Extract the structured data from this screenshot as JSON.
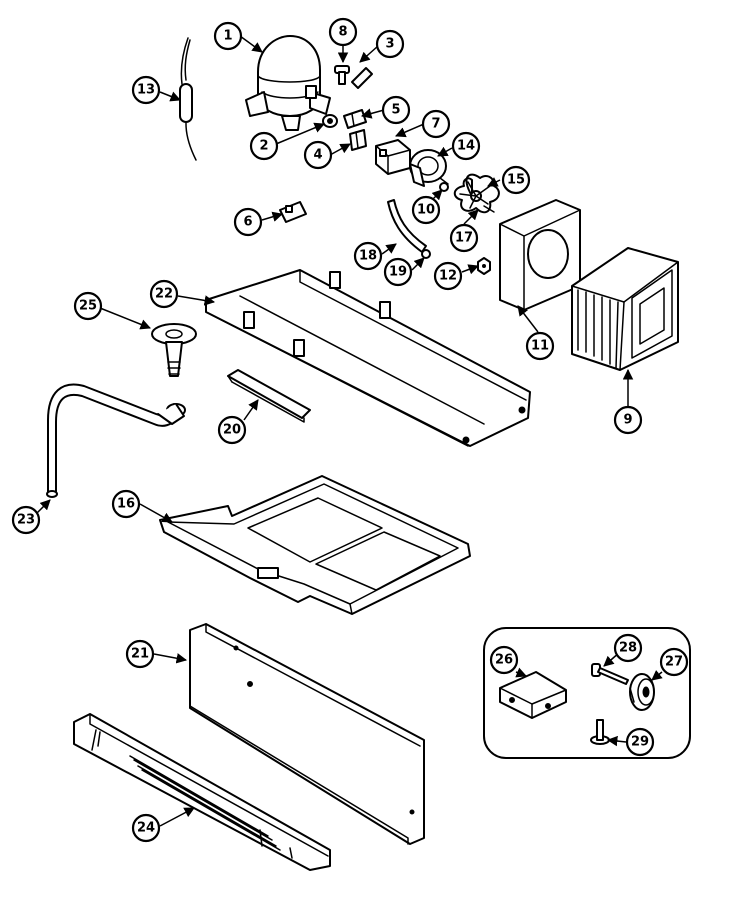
{
  "callouts": [
    {
      "number": "1"
    },
    {
      "number": "2"
    },
    {
      "number": "3"
    },
    {
      "number": "4"
    },
    {
      "number": "5"
    },
    {
      "number": "6"
    },
    {
      "number": "7"
    },
    {
      "number": "8"
    },
    {
      "number": "9"
    },
    {
      "number": "10"
    },
    {
      "number": "11"
    },
    {
      "number": "12"
    },
    {
      "number": "13"
    },
    {
      "number": "14"
    },
    {
      "number": "15"
    },
    {
      "number": "16"
    },
    {
      "number": "17"
    },
    {
      "number": "18"
    },
    {
      "number": "19"
    },
    {
      "number": "20"
    },
    {
      "number": "21"
    },
    {
      "number": "22"
    },
    {
      "number": "23"
    },
    {
      "number": "24"
    },
    {
      "number": "25"
    },
    {
      "number": "26"
    },
    {
      "number": "27"
    },
    {
      "number": "28"
    },
    {
      "number": "29"
    }
  ]
}
